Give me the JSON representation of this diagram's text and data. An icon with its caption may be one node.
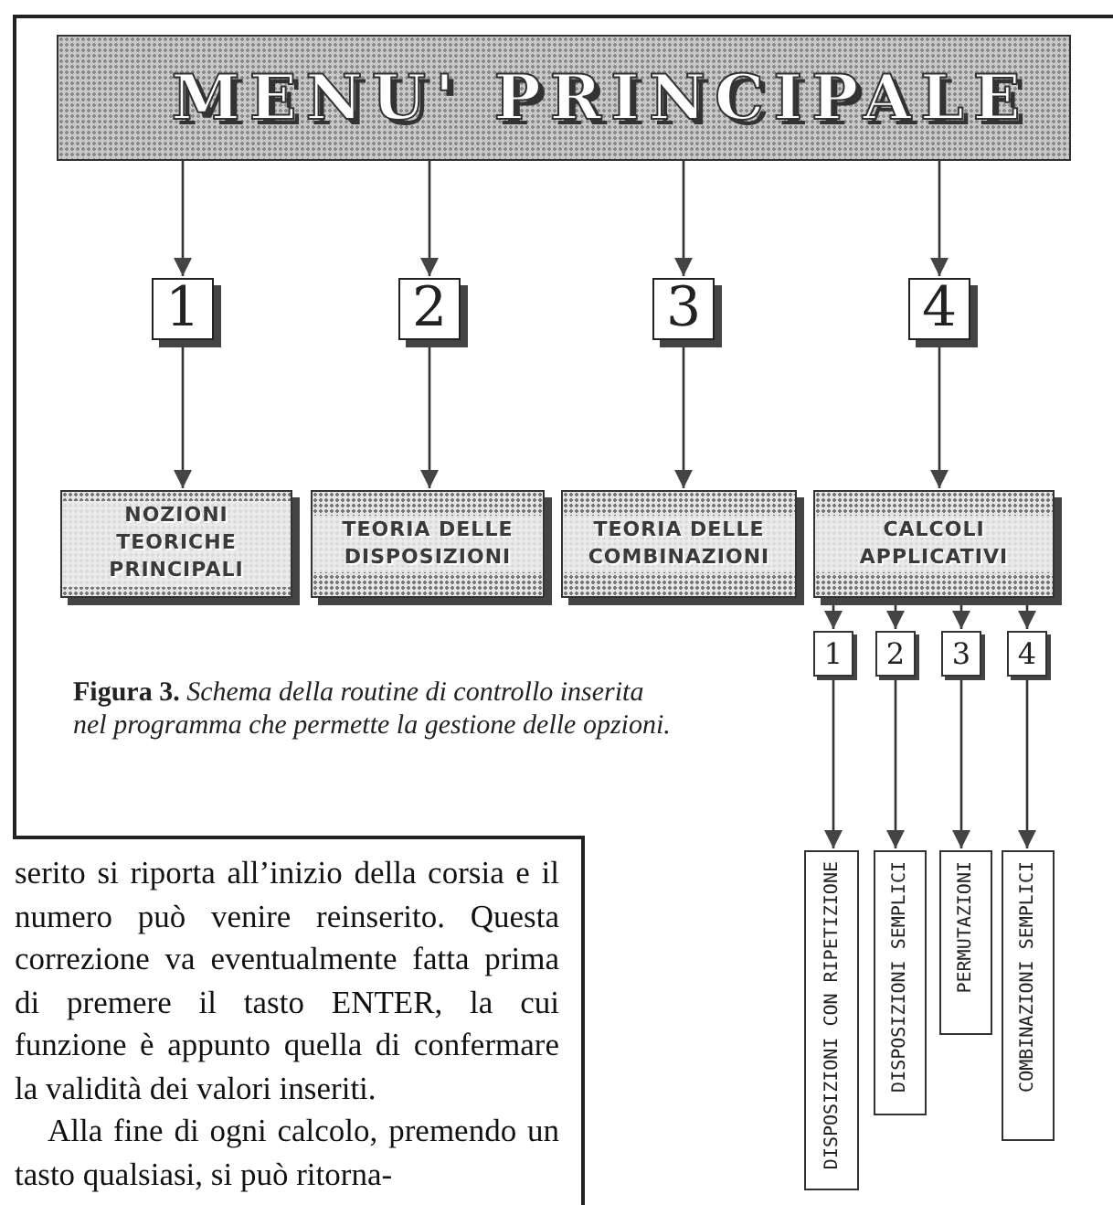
{
  "diagram": {
    "nodes": [
      {
        "text": [
          "MENU' PRINCIPALE"
        ]
      },
      {
        "text": [
          "1"
        ]
      },
      {
        "text": [
          "2"
        ]
      },
      {
        "text": [
          "3"
        ]
      },
      {
        "text": [
          "4"
        ]
      },
      {
        "text": [
          "NOZIONI TEORICHE PRINCIPALI"
        ]
      },
      {
        "text": [
          "TEORIA DELLE DISPOSIZIONI"
        ]
      },
      {
        "text": [
          "TEORIA DELLE COMBINAZIONI"
        ]
      },
      {
        "text": [
          "CALCOLI APPLICATIVI"
        ]
      },
      {
        "text": [
          "1"
        ]
      },
      {
        "text": [
          "2"
        ]
      },
      {
        "text": [
          "3"
        ]
      },
      {
        "text": [
          "4"
        ]
      },
      {
        "text": [
          "DISPOSIZIONI CON RIPETIZIONE"
        ]
      },
      {
        "text": [
          "DISPOSIZIONI SEMPLICI"
        ]
      },
      {
        "text": [
          "PERMUTAZIONI"
        ]
      },
      {
        "text": [
          "COMBINAZIONI SEMPLICI"
        ]
      }
    ],
    "edges": [
      {
        "from": 0,
        "to": 1,
        "arrow": "to"
      },
      {
        "from": 0,
        "to": 2,
        "arrow": "to"
      },
      {
        "from": 0,
        "to": 3,
        "arrow": "to"
      },
      {
        "from": 0,
        "to": 4,
        "arrow": "to"
      },
      {
        "from": 1,
        "to": 5,
        "arrow": "to"
      },
      {
        "from": 2,
        "to": 6,
        "arrow": "to"
      },
      {
        "from": 3,
        "to": 7,
        "arrow": "to"
      },
      {
        "from": 4,
        "to": 8,
        "arrow": "to"
      },
      {
        "from": 8,
        "to": 9,
        "arrow": "to"
      },
      {
        "from": 8,
        "to": 10,
        "arrow": "to"
      },
      {
        "from": 8,
        "to": 11,
        "arrow": "to"
      },
      {
        "from": 8,
        "to": 12,
        "arrow": "to"
      },
      {
        "from": 9,
        "to": 13,
        "arrow": "to"
      },
      {
        "from": 10,
        "to": 14,
        "arrow": "to"
      },
      {
        "from": 11,
        "to": 15,
        "arrow": "to"
      },
      {
        "from": 12,
        "to": 16,
        "arrow": "to"
      }
    ],
    "caption": "**Figura 3.** *Schema della routine di controllo inserita nel programma che permette la gestione delle opzioni.*",
    "labels": [
      "serito si riporta all’inizio della corsia e il numero può venire reinserito. Questa correzione va eventualmente fatta prima di premere il tasto ENTER, la cui funzione è appunto quella di confermare la validità dei valori inseriti.",
      "Alla fine di ogni calcolo, premendo un tasto qualsiasi, si può ritorna-"
    ]
  }
}
